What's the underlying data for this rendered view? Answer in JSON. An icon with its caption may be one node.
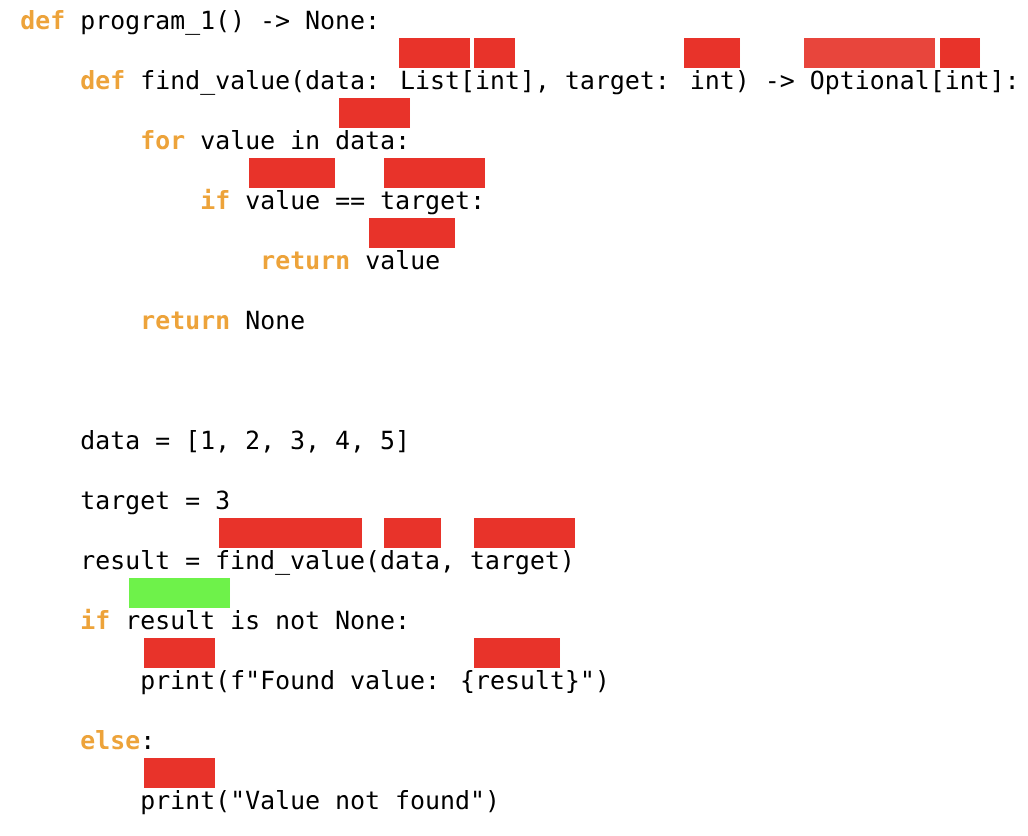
{
  "diagram": {
    "labels": [
      "def",
      "program_1() -> None:",
      "def",
      "find_value(data: List[int], target: int) -> Optional[int]:",
      "for",
      "value in data:",
      "if",
      "value == target:",
      "return",
      "value",
      "return",
      "None",
      "data = [1, 2, 3, 4, 5]",
      "target = 3",
      "result = find_value(data, target)",
      "if",
      "result is not None:",
      "print(f\"Found value: {result}\")",
      "else",
      ":",
      "print(\"Value not found\")"
    ]
  }
}
